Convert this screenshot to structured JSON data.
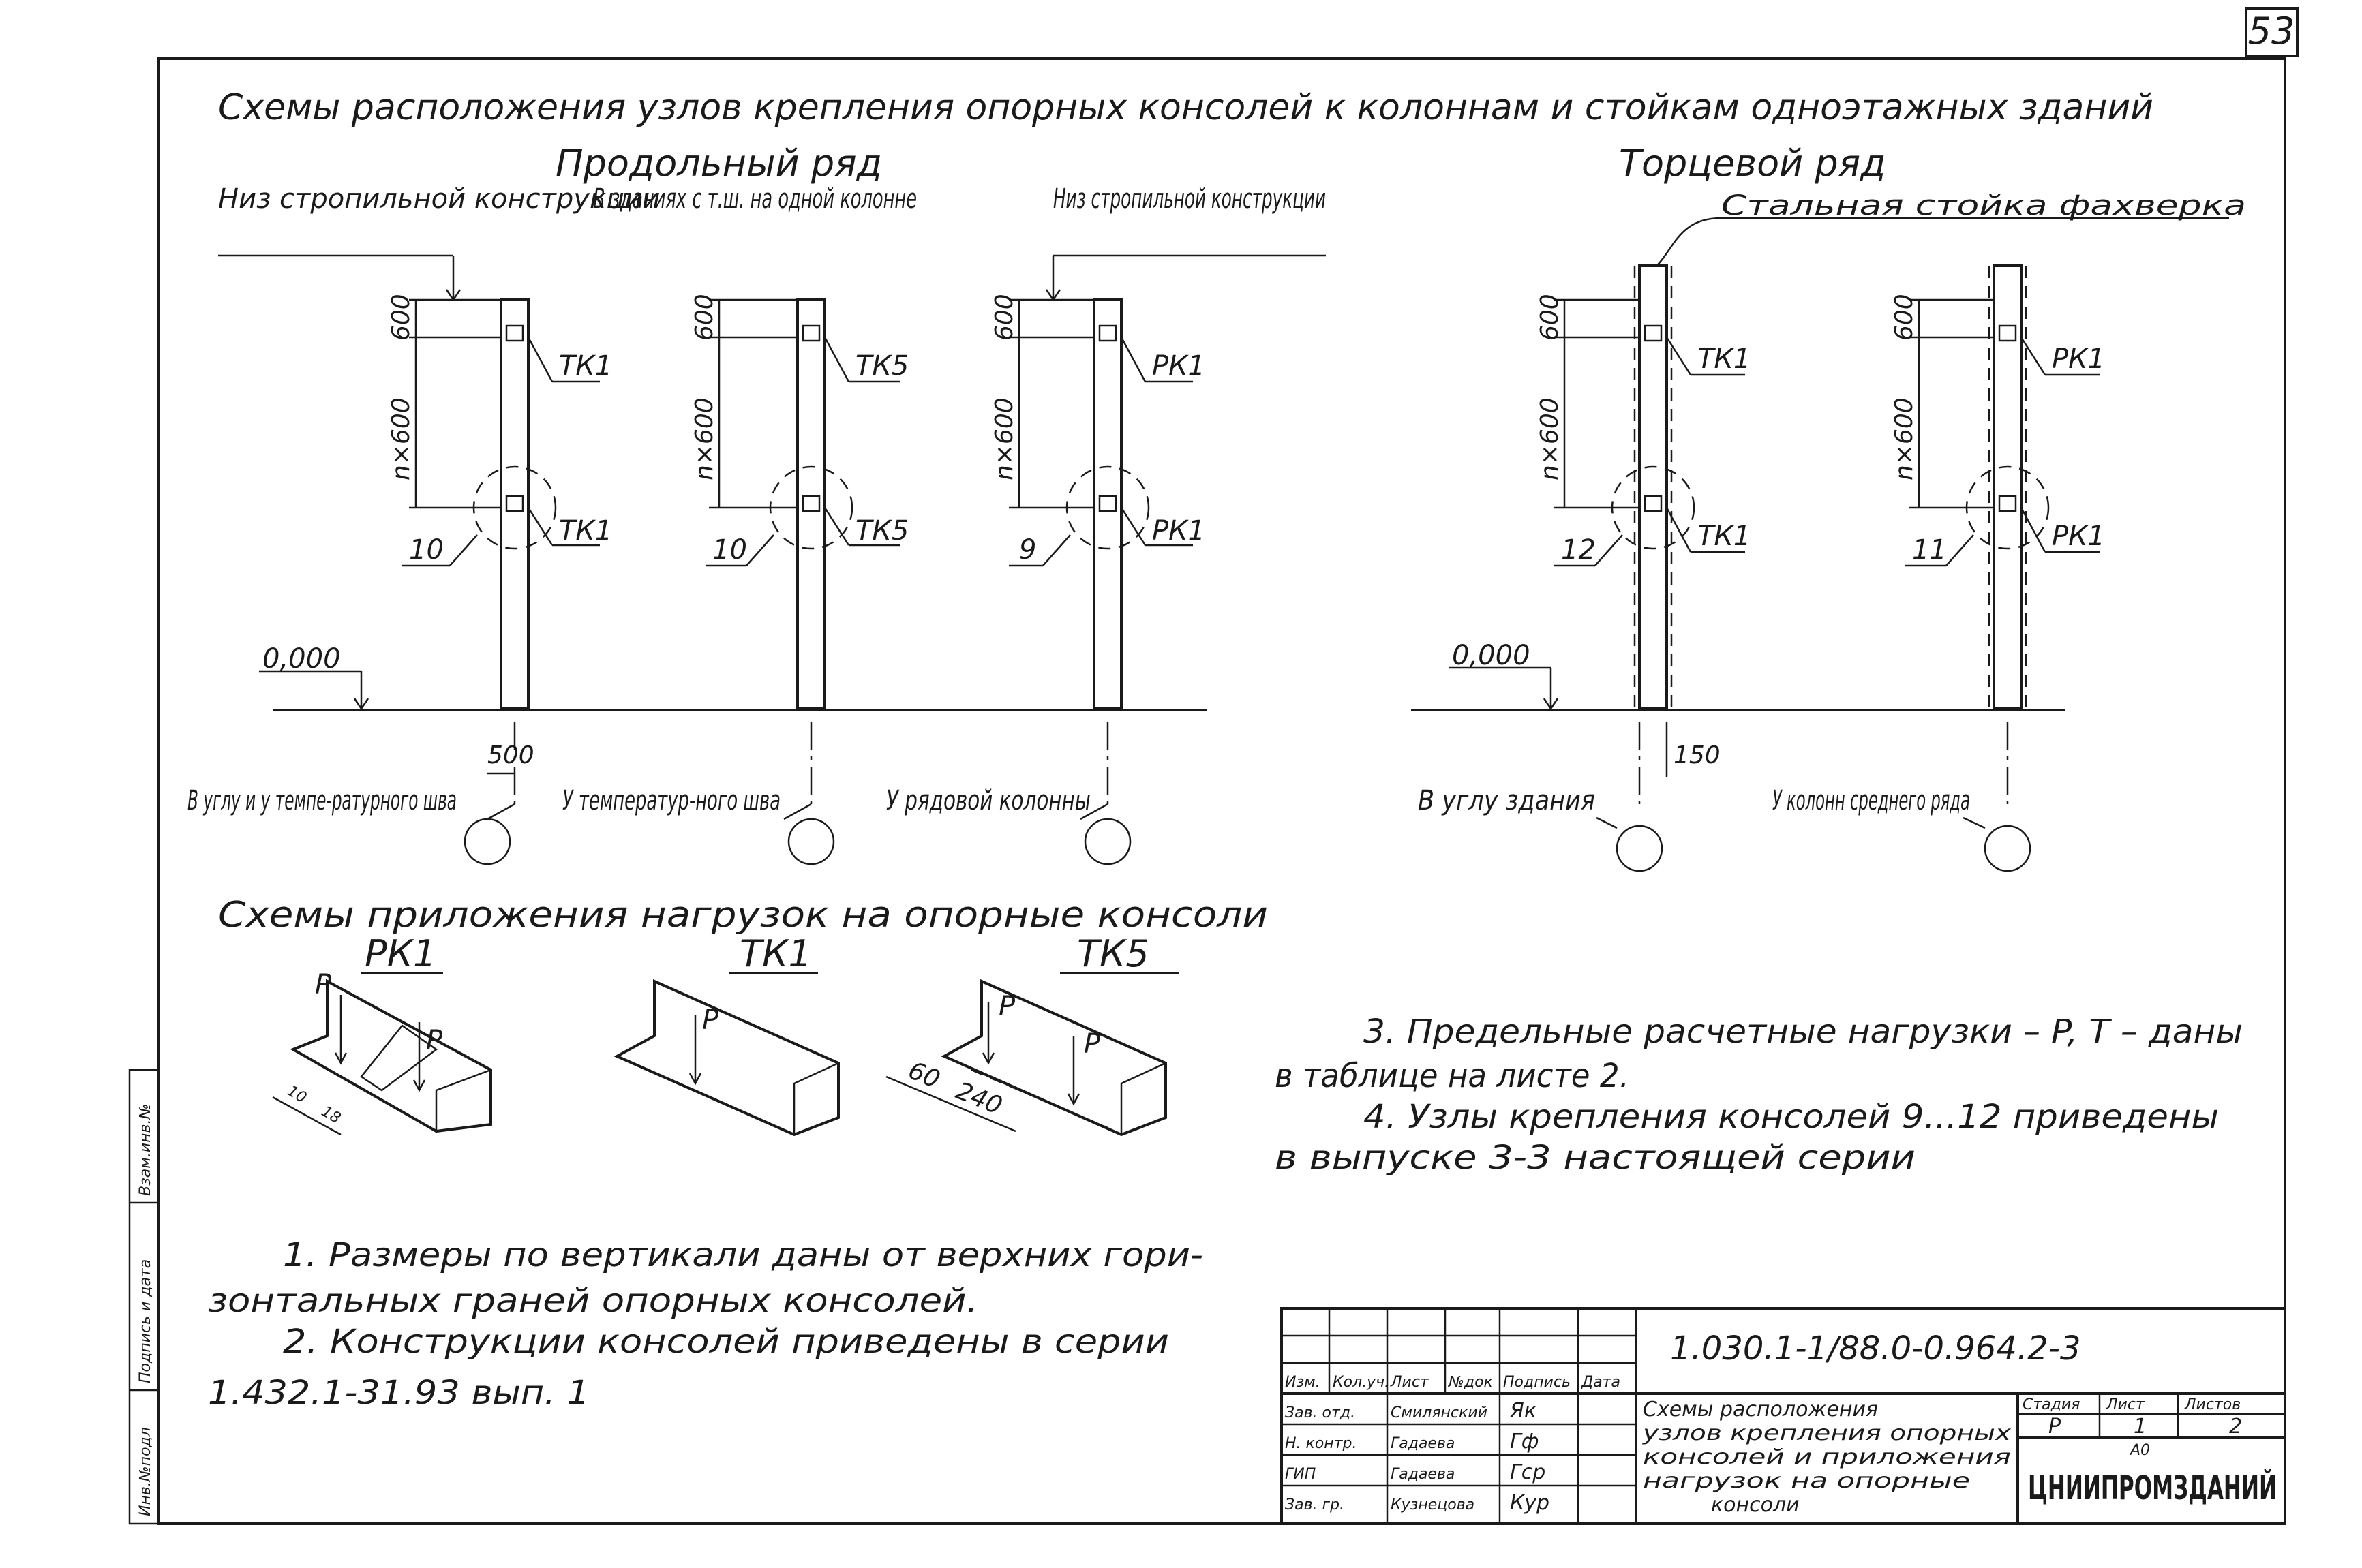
{
  "sheet_number": "53",
  "titles": {
    "main": "Схемы расположения узлов крепления опорных консолей к колоннам и стойкам одноэтажных зданий",
    "longitudinal": "Продольный ряд",
    "end_row": "Торцевой ряд",
    "loads": "Схемы приложения нагрузок на опорные консоли"
  },
  "columns": [
    {
      "top_label": "Низ стропильной конструкции",
      "dim_top": "600",
      "dim_n": "n×600",
      "bracket_upper": "ТК1",
      "bracket_lower": "ТК1",
      "node": "10",
      "ground": "0,000",
      "offset": "500",
      "location": "В углу и у темпе-ратурного шва"
    },
    {
      "top_label": "В зданиях с т.ш. на одной колонне",
      "dim_top": "600",
      "dim_n": "n×600",
      "bracket_upper": "ТК5",
      "bracket_lower": "ТК5",
      "node": "10",
      "location": "У температур-ного шва"
    },
    {
      "top_label": "Низ стропильной конструкции",
      "dim_top": "600",
      "dim_n": "n×600",
      "bracket_upper": "РК1",
      "bracket_lower": "РК1",
      "node": "9",
      "location": "У рядовой колонны"
    },
    {
      "top_label": "Стальная стойка фахверка",
      "dim_top": "600",
      "dim_n": "n×600",
      "bracket_upper": "ТК1",
      "bracket_lower": "ТК1",
      "node": "12",
      "ground": "0,000",
      "offset": "150",
      "location": "В углу здания"
    },
    {
      "dim_top": "600",
      "dim_n": "n×600",
      "bracket_upper": "РК1",
      "bracket_lower": "РК1",
      "node": "11",
      "location": "У колонн среднего ряда"
    }
  ],
  "load_schemes": [
    {
      "name": "РК1",
      "load": "P",
      "load2": "P",
      "dim1": "10",
      "dim2": "18"
    },
    {
      "name": "ТК1",
      "load": "P"
    },
    {
      "name": "ТК5",
      "load": "P",
      "load2": "P",
      "dim1": "60",
      "dim2": "240"
    }
  ],
  "notes_left": {
    "n1a": "1. Размеры по вертикали даны от верхних гори-",
    "n1b": "зонтальных граней опорных консолей.",
    "n2a": "2. Конструкции консолей приведены в серии",
    "n2b": "1.432.1-31.93 вып. 1"
  },
  "notes_right": {
    "n3a": "3. Предельные расчетные нагрузки – P, T – даны",
    "n3b": "в таблице на листе 2.",
    "n4a": "4. Узлы крепления консолей 9...12 приведены",
    "n4b": "в выпуске 3-3 настоящей серии"
  },
  "side_stamp": {
    "a": "Инв.№подл",
    "b": "Подпись и дата",
    "c": "Взам.инв.№"
  },
  "title_block": {
    "code": "1.030.1-1/88.0-0.964.2-3",
    "headers": [
      "Изм.",
      "Кол.уч.",
      "Лист",
      "№док",
      "Подпись",
      "Дата"
    ],
    "roles": [
      "Зав. отд.",
      "Н. контр.",
      "ГИП",
      "Зав. гр."
    ],
    "names": [
      "Смилянский",
      "Гадаева",
      "Гадаева",
      "Кузнецова"
    ],
    "sigs": [
      "Як",
      "Гф",
      "Гср",
      "Кур"
    ],
    "desc": [
      "Схемы расположения",
      "узлов крепления опорных",
      "консолей и приложения",
      "нагрузок на опорные",
      "консоли"
    ],
    "stage_label": "Стадия",
    "sheet_label": "Лист",
    "sheets_label": "Листов",
    "stage": "Р",
    "sheet": "1",
    "sheets": "2",
    "format": "А0",
    "org": "ЦНИИПРОМЗДАНИЙ"
  }
}
